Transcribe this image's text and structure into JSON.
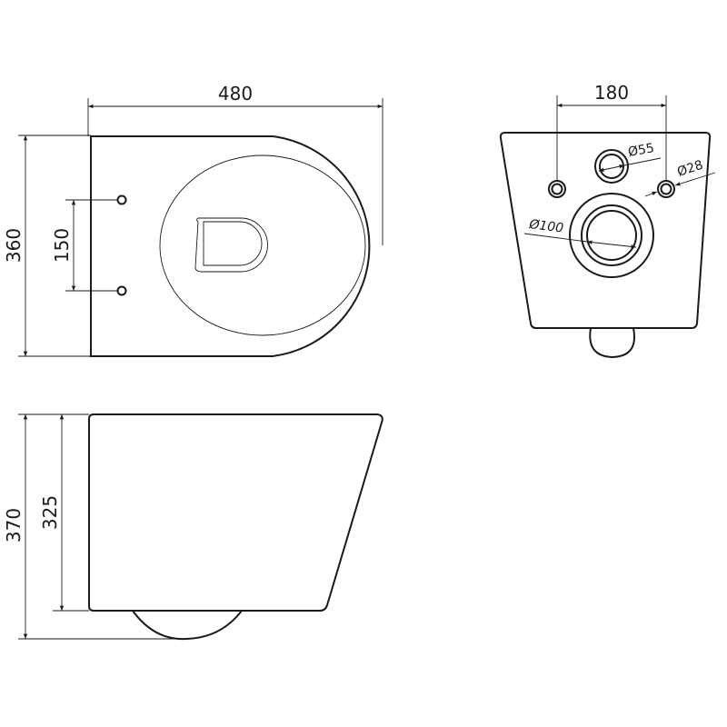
{
  "top_view": {
    "width_label": "480",
    "depth_label": "360",
    "seat_hole_spacing_label": "150"
  },
  "rear_view": {
    "bolt_spacing_label": "180",
    "water_inlet_label": "Ø55",
    "bolt_hole_label": "Ø28",
    "outlet_label": "Ø100"
  },
  "side_view": {
    "total_height_label": "370",
    "body_height_label": "325"
  },
  "colors": {
    "line": "#1a1a1a",
    "background": "#ffffff"
  }
}
